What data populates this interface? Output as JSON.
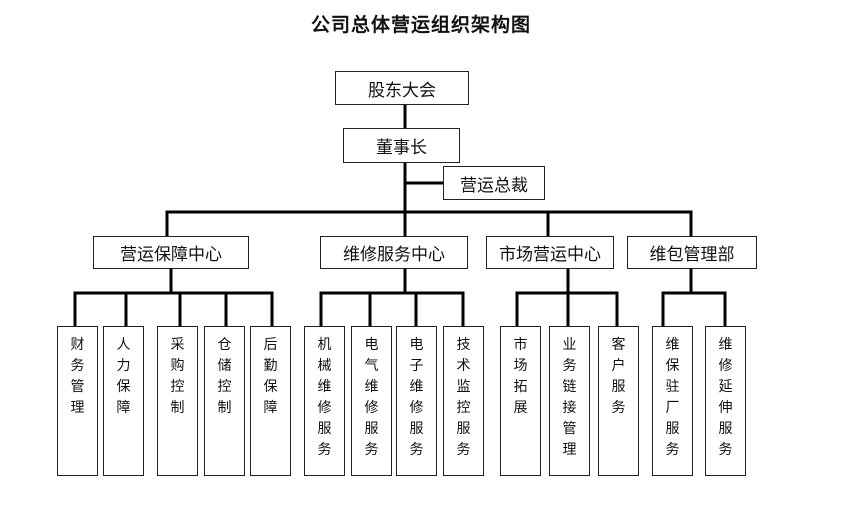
{
  "title": "公司总体营运组织架构图",
  "top": {
    "shareholders": "股东大会",
    "chairman": "董事长",
    "president": "营运总裁"
  },
  "centers": [
    {
      "label": "营运保障中心",
      "units": [
        "财务管理",
        "人力保障",
        "采购控制",
        "仓储控制",
        "后勤保障"
      ]
    },
    {
      "label": "维修服务中心",
      "units": [
        "机械维修服务",
        "电气维修服务",
        "电子维修服务",
        "技术监控服务"
      ]
    },
    {
      "label": "市场营运中心",
      "units": [
        "市场拓展",
        "业务链接管理",
        "客户服务"
      ]
    },
    {
      "label": "维包管理部",
      "units": [
        "维保驻厂服务",
        "维修延伸服务"
      ]
    }
  ]
}
